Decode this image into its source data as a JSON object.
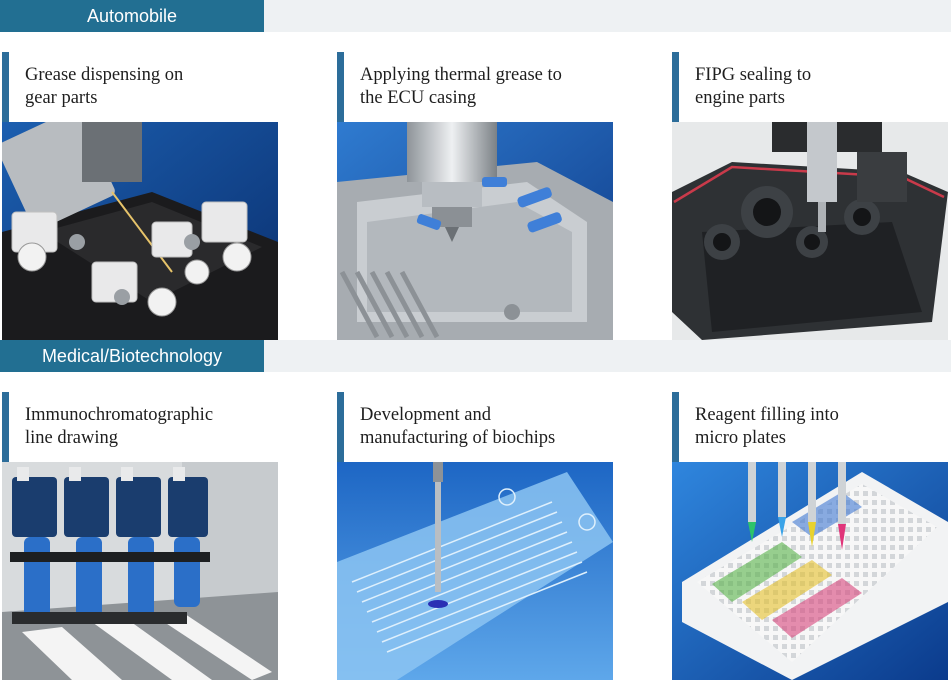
{
  "sections": [
    {
      "label": "Automobile",
      "cards": [
        {
          "title": "Grease dispensing on\ngear parts",
          "image": "grease-dispensing-gear-parts-photo"
        },
        {
          "title": "Applying thermal grease to\nthe ECU casing",
          "image": "ecu-casing-thermal-grease-photo"
        },
        {
          "title": "FIPG sealing to\nengine parts",
          "image": "fipg-sealing-engine-parts-photo"
        }
      ]
    },
    {
      "label": "Medical/Biotechnology",
      "cards": [
        {
          "title": "Immunochromatographic\nline drawing",
          "image": "immunochromatographic-line-drawing-photo"
        },
        {
          "title": "Development and\nmanufacturing of biochips",
          "image": "biochip-development-photo"
        },
        {
          "title": "Reagent filling into\nmicro plates",
          "image": "reagent-filling-micro-plates-photo"
        }
      ]
    }
  ],
  "colors": {
    "accent": "#226f92",
    "band": "#eef1f3",
    "title_bar": "#2c6d9a"
  }
}
